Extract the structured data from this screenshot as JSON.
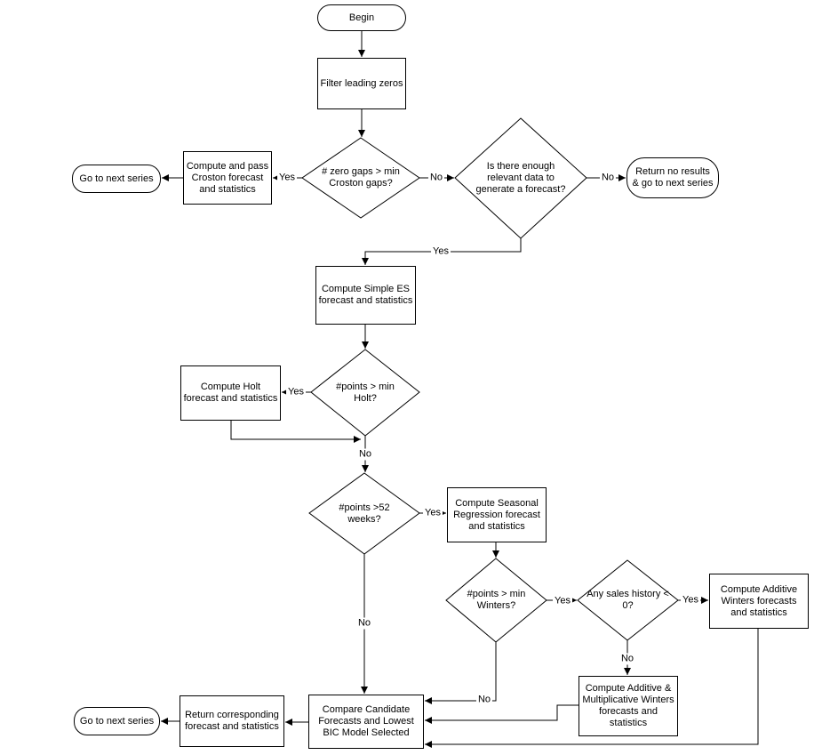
{
  "diagram": {
    "type": "flowchart",
    "colors": {
      "line": "#000000",
      "node_fill": "#ffffff",
      "background": "#ffffff",
      "text": "#000000"
    }
  },
  "nodes": {
    "begin": {
      "label": "Begin",
      "shape": "terminal"
    },
    "filter": {
      "label": "Filter leading zeros",
      "shape": "process"
    },
    "croston_decision": {
      "label": "# zero gaps > min Croston gaps?",
      "shape": "decision"
    },
    "croston_process": {
      "label": "Compute and pass Croston forecast and statistics",
      "shape": "process"
    },
    "go_next_top": {
      "label": "Go to next series",
      "shape": "terminal"
    },
    "enough_data_decision": {
      "label": "Is there enough relevant data to generate a forecast?",
      "shape": "decision"
    },
    "return_no_results": {
      "label": "Return no results & go to next series",
      "shape": "terminal"
    },
    "simple_es": {
      "label": "Compute Simple ES forecast and statistics",
      "shape": "process"
    },
    "holt_decision": {
      "label": "#points > min Holt?",
      "shape": "decision"
    },
    "holt_process": {
      "label": "Compute Holt forecast and statistics",
      "shape": "process"
    },
    "weeks52_decision": {
      "label": "#points >52 weeks?",
      "shape": "decision"
    },
    "seasonal_regression": {
      "label": "Compute Seasonal Regression forecast and statistics",
      "shape": "process"
    },
    "winters_decision": {
      "label": "#points > min Winters?",
      "shape": "decision"
    },
    "sales_history_decision": {
      "label": "Any sales history < 0?",
      "shape": "decision"
    },
    "additive_winters": {
      "label": "Compute Additive Winters forecasts and statistics",
      "shape": "process"
    },
    "additive_mult_winters": {
      "label": "Compute Additive & Multiplicative Winters forecasts and statistics",
      "shape": "process"
    },
    "compare_candidates": {
      "label": "Compare Candidate Forecasts and Lowest BIC Model Selected",
      "shape": "process"
    },
    "return_corresponding": {
      "label": "Return corresponding forecast and statistics",
      "shape": "process"
    },
    "go_next_bottom": {
      "label": "Go to next series",
      "shape": "terminal"
    }
  },
  "edge_labels": {
    "croston_yes": "Yes",
    "croston_no": "No",
    "enough_no": "No",
    "enough_yes": "Yes",
    "holt_yes": "Yes",
    "holt_no": "No",
    "weeks52_yes": "Yes",
    "weeks52_no": "No",
    "winters_yes": "Yes",
    "winters_no": "No",
    "sales_yes": "Yes",
    "sales_no": "No"
  }
}
